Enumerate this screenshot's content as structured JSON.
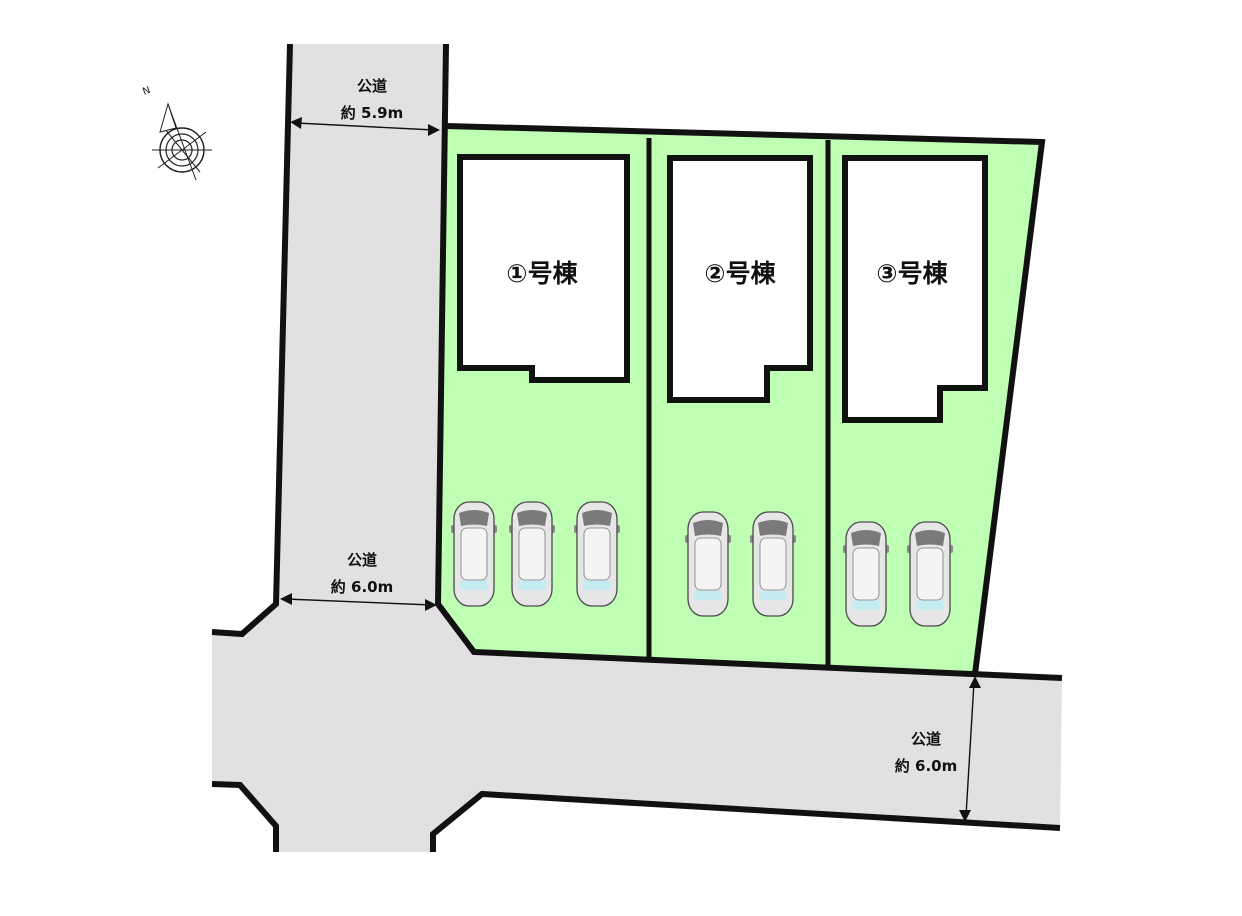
{
  "compass": {
    "north_label": "N"
  },
  "buildings": [
    {
      "label": "①号棟",
      "parking_spaces": 3
    },
    {
      "label": "②号棟",
      "parking_spaces": 2
    },
    {
      "label": "③号棟",
      "parking_spaces": 2
    }
  ],
  "roads": {
    "north": {
      "name": "公道",
      "width": "約 5.9m"
    },
    "crossing": {
      "name": "公道",
      "width": "約 6.0m"
    },
    "south": {
      "name": "公道",
      "width": "約 6.0m"
    }
  },
  "colors": {
    "lot_fill": "#bfffb4",
    "road_fill": "#e1e1e1",
    "building_fill": "#ffffff",
    "outline": "#111111"
  }
}
